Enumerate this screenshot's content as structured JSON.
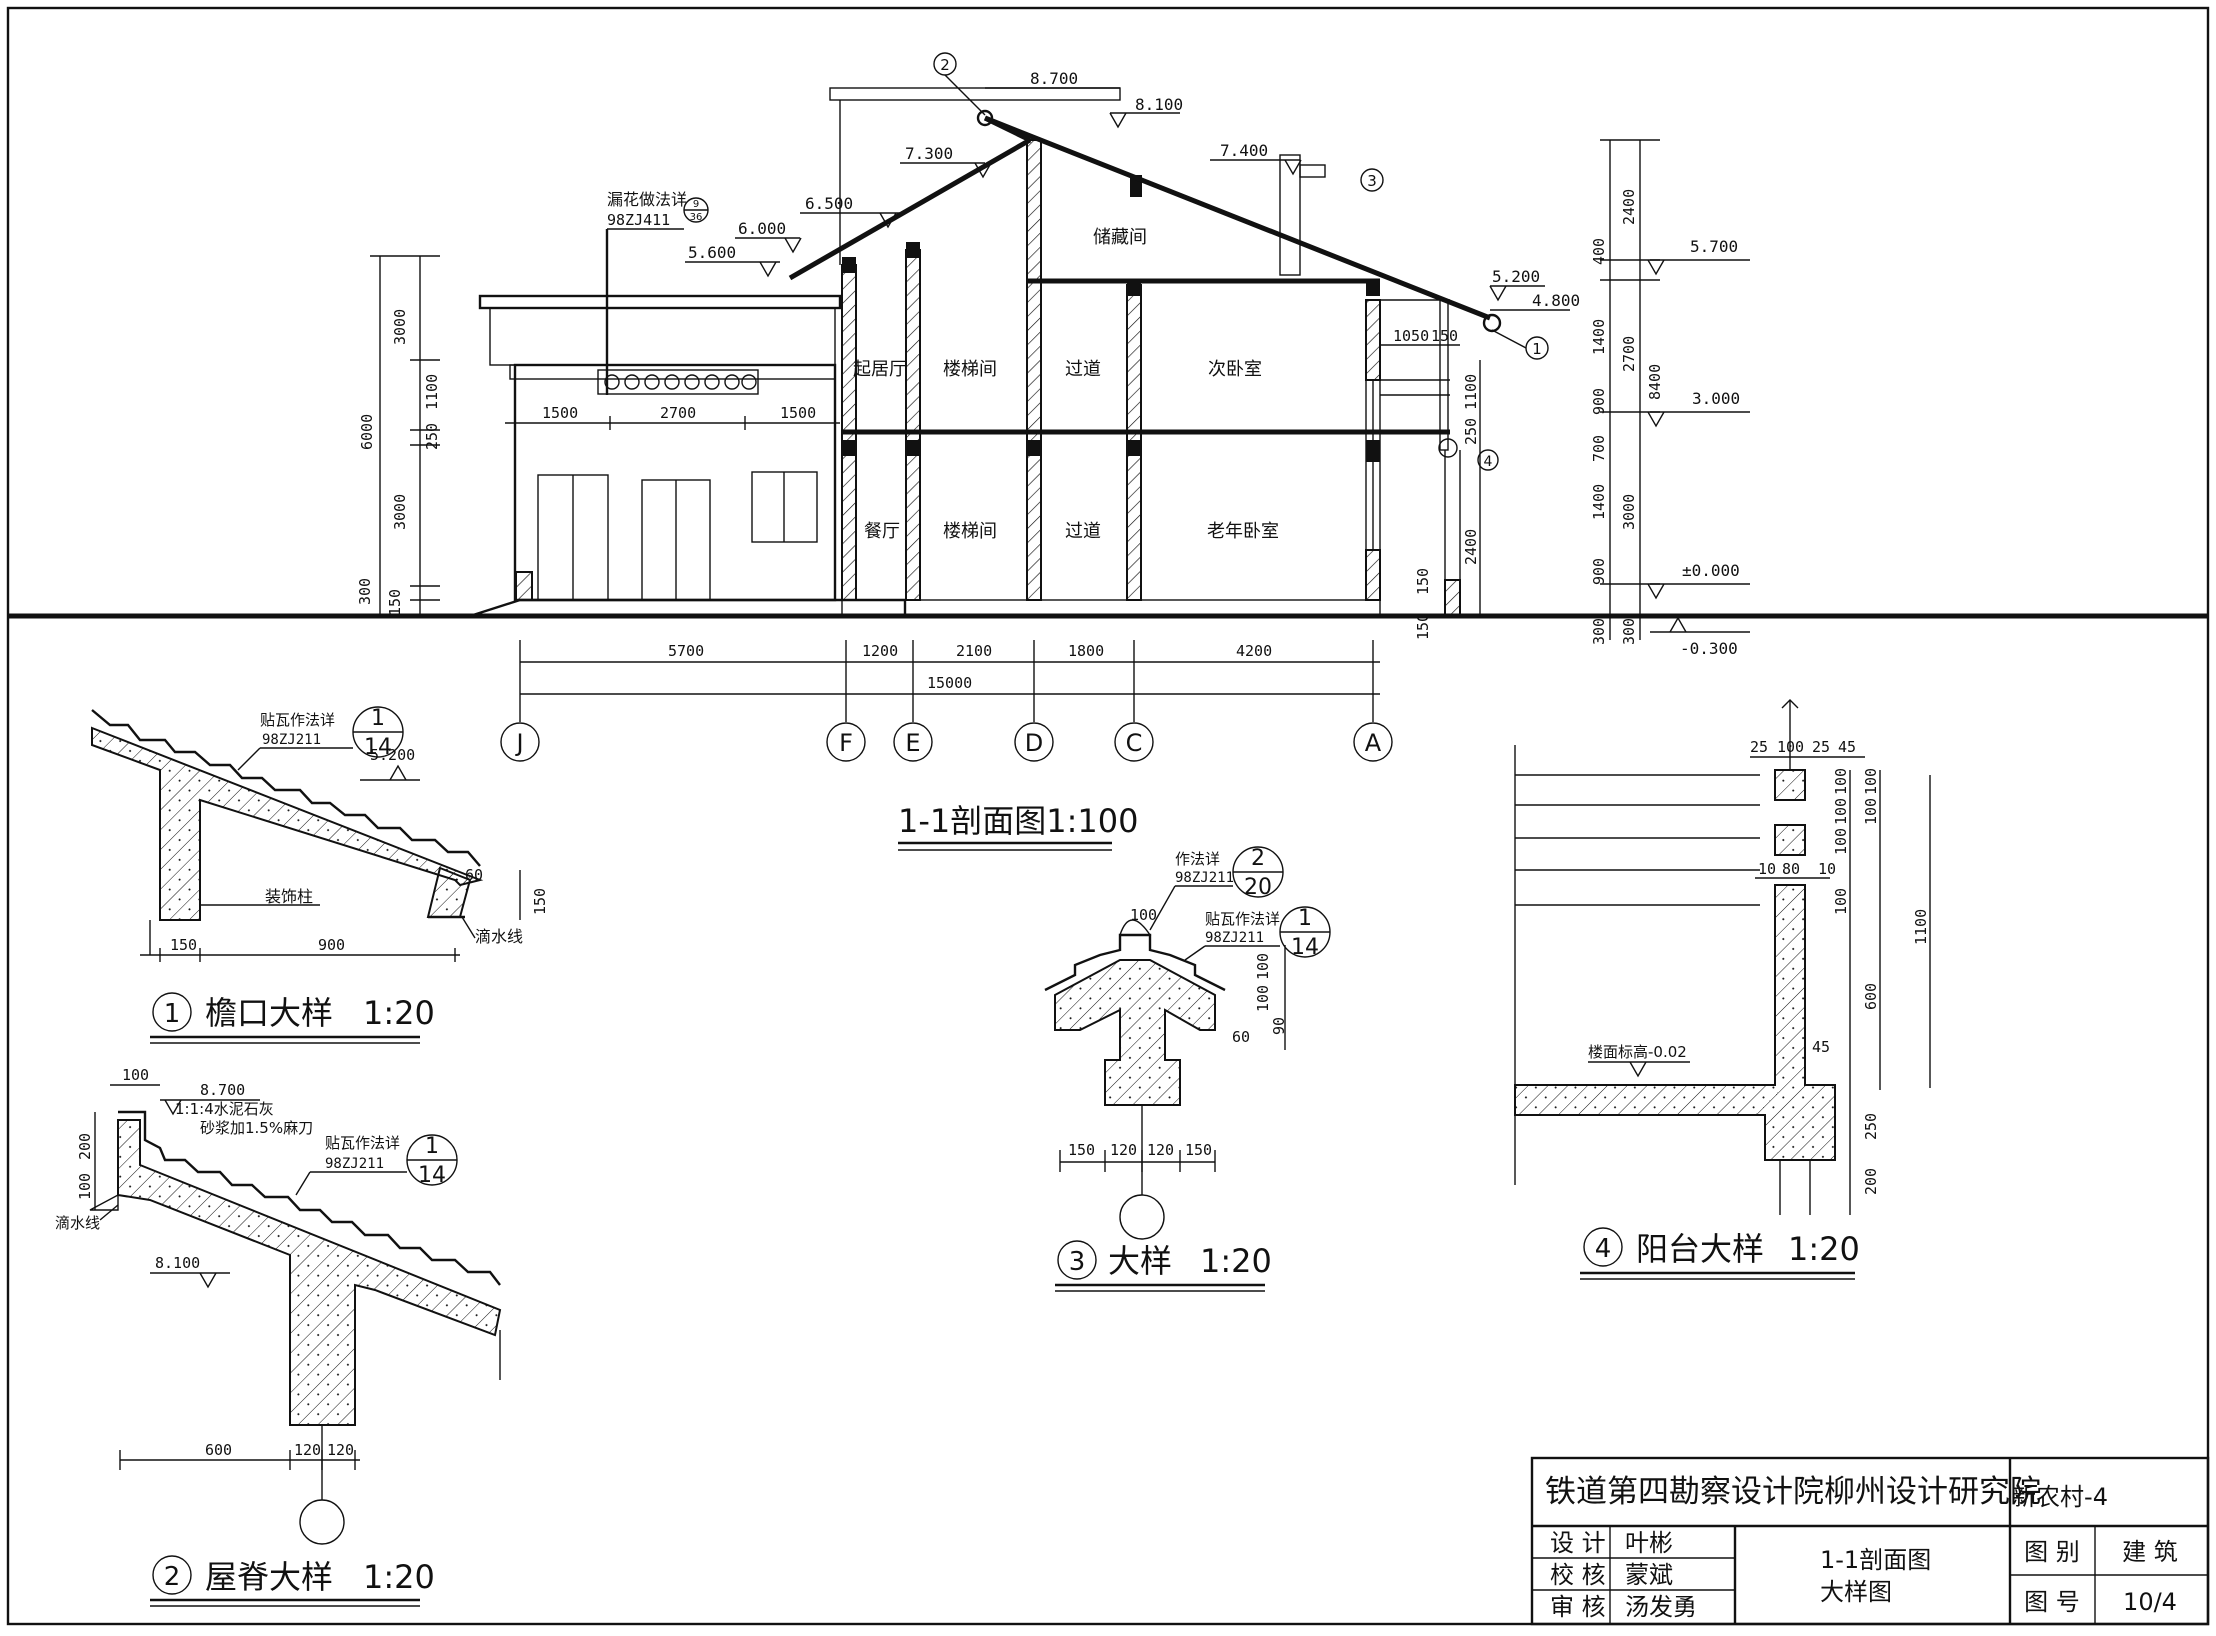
{
  "section": {
    "title": "1-1剖面图1:100",
    "rooms": {
      "qijuting": "起居厅",
      "louti_upper": "楼梯间",
      "guodao_upper": "过道",
      "ciwoshi": "次卧室",
      "chucang": "储藏间",
      "canting": "餐厅",
      "louti_lower": "楼梯间",
      "guodao_lower": "过道",
      "laonian": "老年卧室"
    },
    "elevations": {
      "e8700": "8.700",
      "e8100": "8.100",
      "e7400": "7.400",
      "e7300": "7.300",
      "e6500": "6.500",
      "e6000": "6.000",
      "e5600": "5.600",
      "e5200": "5.200",
      "e4800": "4.800",
      "e5700": "5.700",
      "e3000": "3.000",
      "e0000": "±0.000",
      "em0300": "-0.300"
    },
    "note_lattice": "漏花做法详",
    "note_lattice_code": "98ZJ411",
    "note_lattice_ref_top": "9",
    "note_lattice_ref_bot": "36",
    "callouts": {
      "c2": "2",
      "c3": "3",
      "c1": "1",
      "c4": "4"
    },
    "left_dims": [
      "3000",
      "1100",
      "250",
      "3000",
      "150",
      "300",
      "6000"
    ],
    "top_dims": [
      "1500",
      "2700",
      "1500"
    ],
    "right_mid_dims": [
      "1050",
      "150",
      "1100",
      "250",
      "2400",
      "150",
      "150"
    ],
    "right_dims": [
      "2400",
      "400",
      "2700",
      "1400",
      "900",
      "700",
      "1400",
      "900",
      "3000",
      "8400",
      "300",
      "300"
    ],
    "bottom_dims": [
      "5700",
      "1200",
      "2100",
      "1800",
      "4200"
    ],
    "total_dim": "15000",
    "axes": [
      "J",
      "F",
      "E",
      "D",
      "C",
      "A"
    ]
  },
  "detail1": {
    "title_num": "1",
    "title": "檐口大样",
    "scale": "1:20",
    "note": "贴瓦作法详",
    "code": "98ZJ211",
    "ref_top": "1",
    "ref_bot": "14",
    "elev": "5.200",
    "col_label": "装饰柱",
    "drip": "滴水线",
    "dims": [
      "150",
      "900",
      "60",
      "150"
    ]
  },
  "detail2": {
    "title_num": "2",
    "title": "屋脊大样",
    "scale": "1:20",
    "elev_top": "8.700",
    "note1": "1:1:4水泥石灰",
    "note2": "砂浆加1.5%麻刀",
    "note3": "贴瓦作法详",
    "code": "98ZJ211",
    "ref_top": "1",
    "ref_bot": "14",
    "drip": "滴水线",
    "elev_mid": "8.100",
    "dims": [
      "100",
      "200",
      "100",
      "600",
      "120",
      "120"
    ]
  },
  "detail3": {
    "title_num": "3",
    "title": "大样",
    "scale": "1:20",
    "note_a": "作法详",
    "code_a": "98ZJ211",
    "ref_a_top": "2",
    "ref_a_bot": "20",
    "note_b": "贴瓦作法详",
    "code_b": "98ZJ211",
    "ref_b_top": "1",
    "ref_b_bot": "14",
    "dims": [
      "100",
      "100",
      "100",
      "90",
      "60",
      "150",
      "120",
      "120",
      "150"
    ]
  },
  "detail4": {
    "title_num": "4",
    "title": "阳台大样",
    "scale": "1:20",
    "floor_note": "楼面标高-0.02",
    "top_dims": [
      "25",
      "100",
      "25",
      "45"
    ],
    "mid_dims": [
      "10",
      "80",
      "10"
    ],
    "right_dims": [
      "100",
      "100",
      "100",
      "100",
      "100",
      "100",
      "600",
      "250",
      "200",
      "1100",
      "45"
    ]
  },
  "titleblock": {
    "org": "铁道第四勘察设计院柳州设计研究院",
    "project": "新农村-4",
    "role1": "设 计",
    "name1": "叶彬",
    "role2": "校 核",
    "name2": "蒙斌",
    "role3": "审 核",
    "name3": "汤发勇",
    "drawing1": "1-1剖面图",
    "drawing2": "大样图",
    "lbl_category": "图 别",
    "category": "建 筑",
    "lbl_number": "图 号",
    "number": "10/4"
  }
}
